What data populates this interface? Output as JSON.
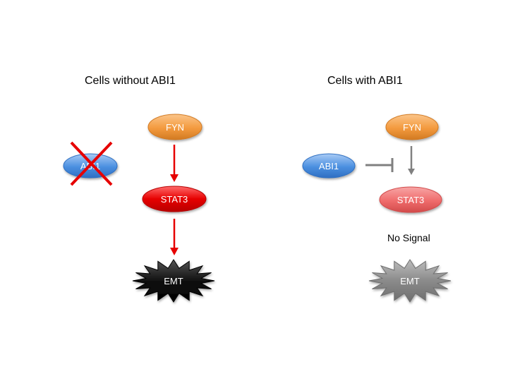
{
  "left_panel": {
    "title": "Cells without ABI1",
    "nodes": {
      "abi1": "ABI1",
      "fyn": "FYN",
      "stat3": "STAT3",
      "emt": "EMT"
    }
  },
  "right_panel": {
    "title": "Cells with ABI1",
    "nodes": {
      "abi1": "ABI1",
      "fyn": "FYN",
      "stat3": "STAT3",
      "emt": "EMT"
    },
    "note": "No Signal"
  },
  "colors": {
    "fyn": "#f39a3e",
    "stat3_active": "#e60000",
    "stat3_inactive": "#ef6b6b",
    "abi1": "#4a8fe0",
    "emt_active": "#111111",
    "emt_inactive": "#8a8a8a",
    "arrow_active": "#e60000",
    "arrow_inactive": "#808080",
    "cross": "#e60000"
  },
  "icons": [
    "x-cross-icon",
    "arrow-down-icon",
    "inhibition-bar-icon",
    "starburst-icon"
  ]
}
